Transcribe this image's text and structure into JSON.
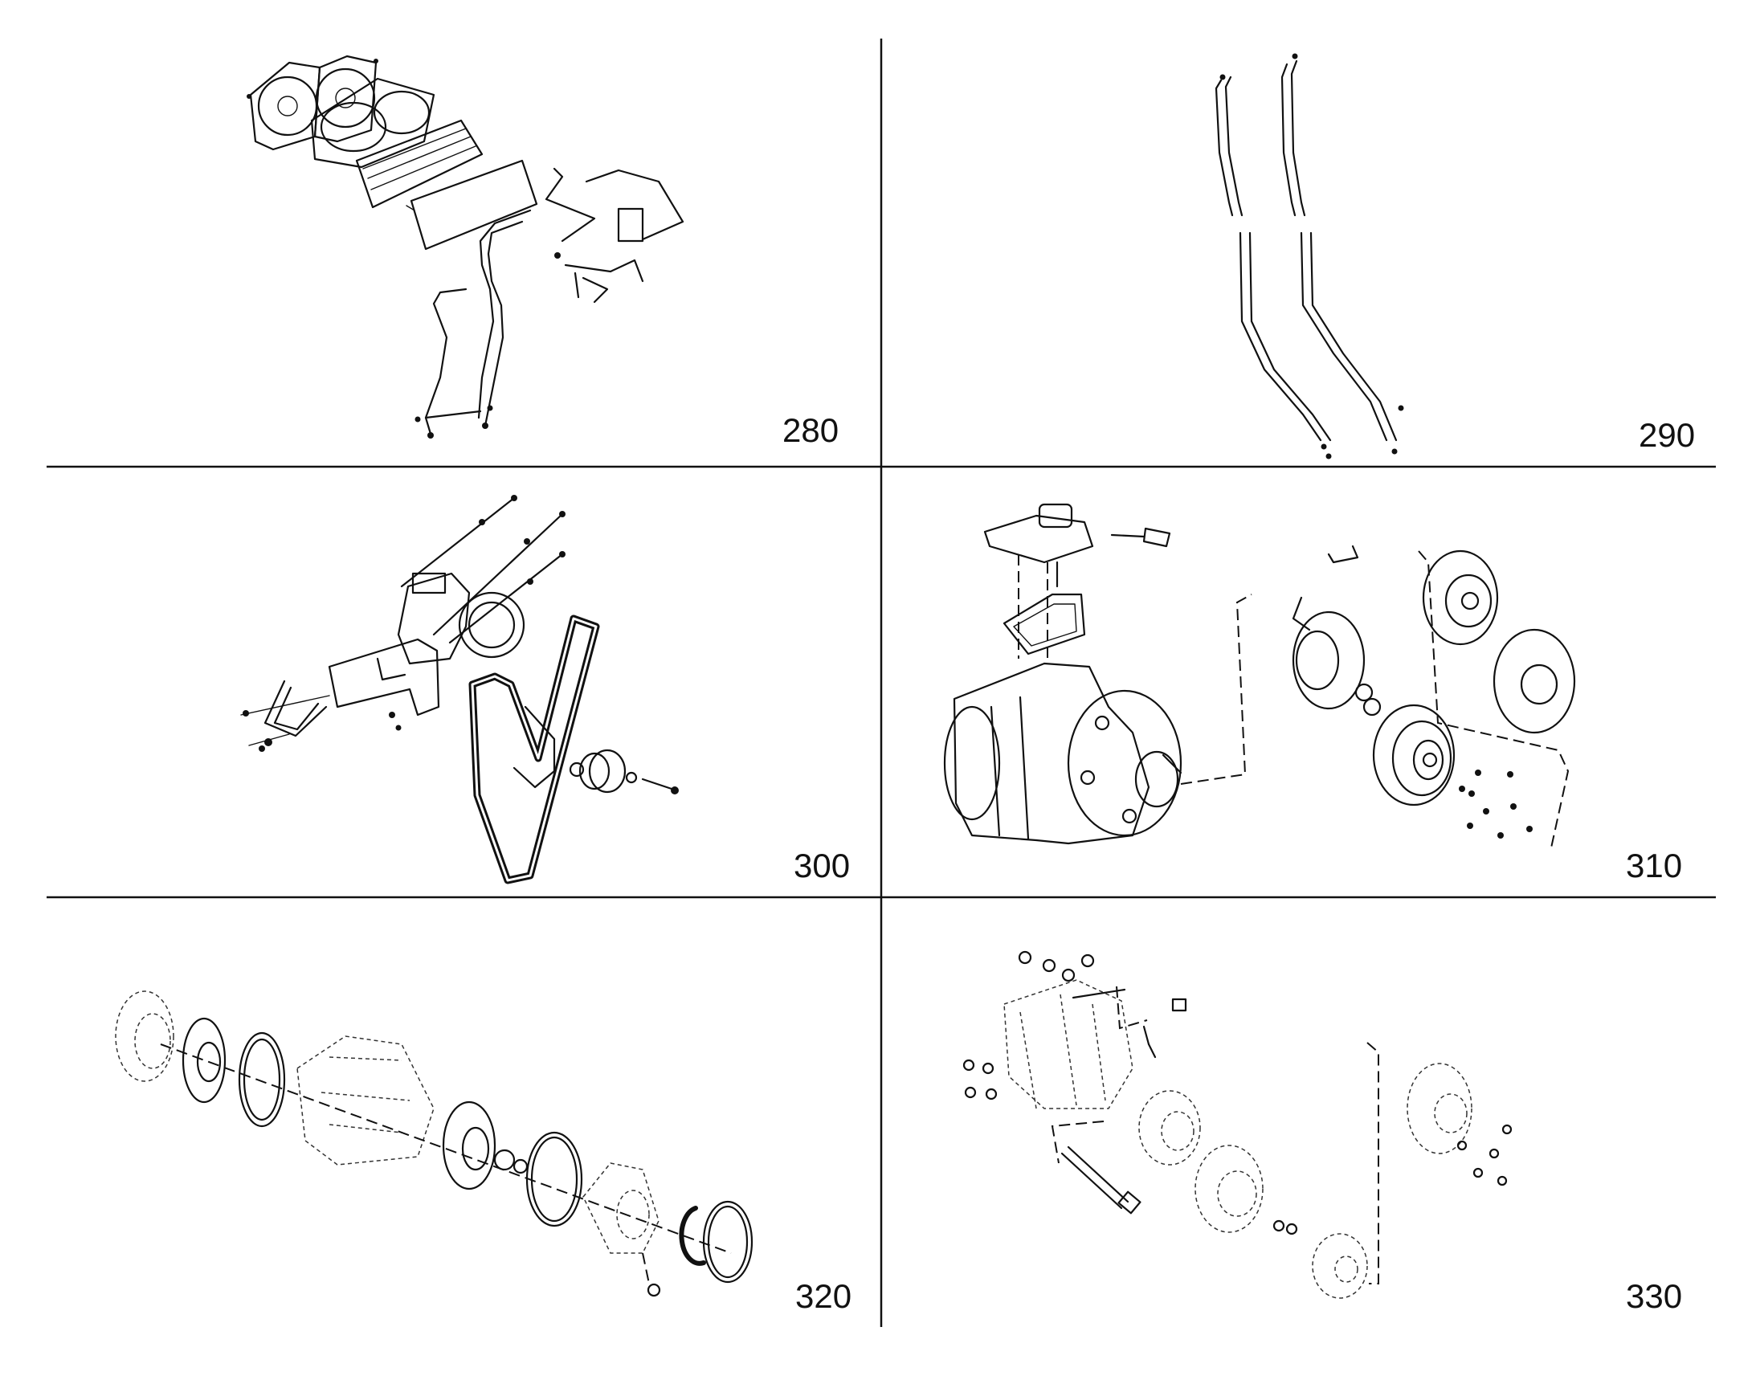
{
  "panels": [
    {
      "id": "280",
      "label": "280"
    },
    {
      "id": "290",
      "label": "290"
    },
    {
      "id": "300",
      "label": "300"
    },
    {
      "id": "310",
      "label": "310"
    },
    {
      "id": "320",
      "label": "320"
    },
    {
      "id": "330",
      "label": "330"
    }
  ],
  "colors": {
    "line": "#111111",
    "background": "#ffffff"
  }
}
